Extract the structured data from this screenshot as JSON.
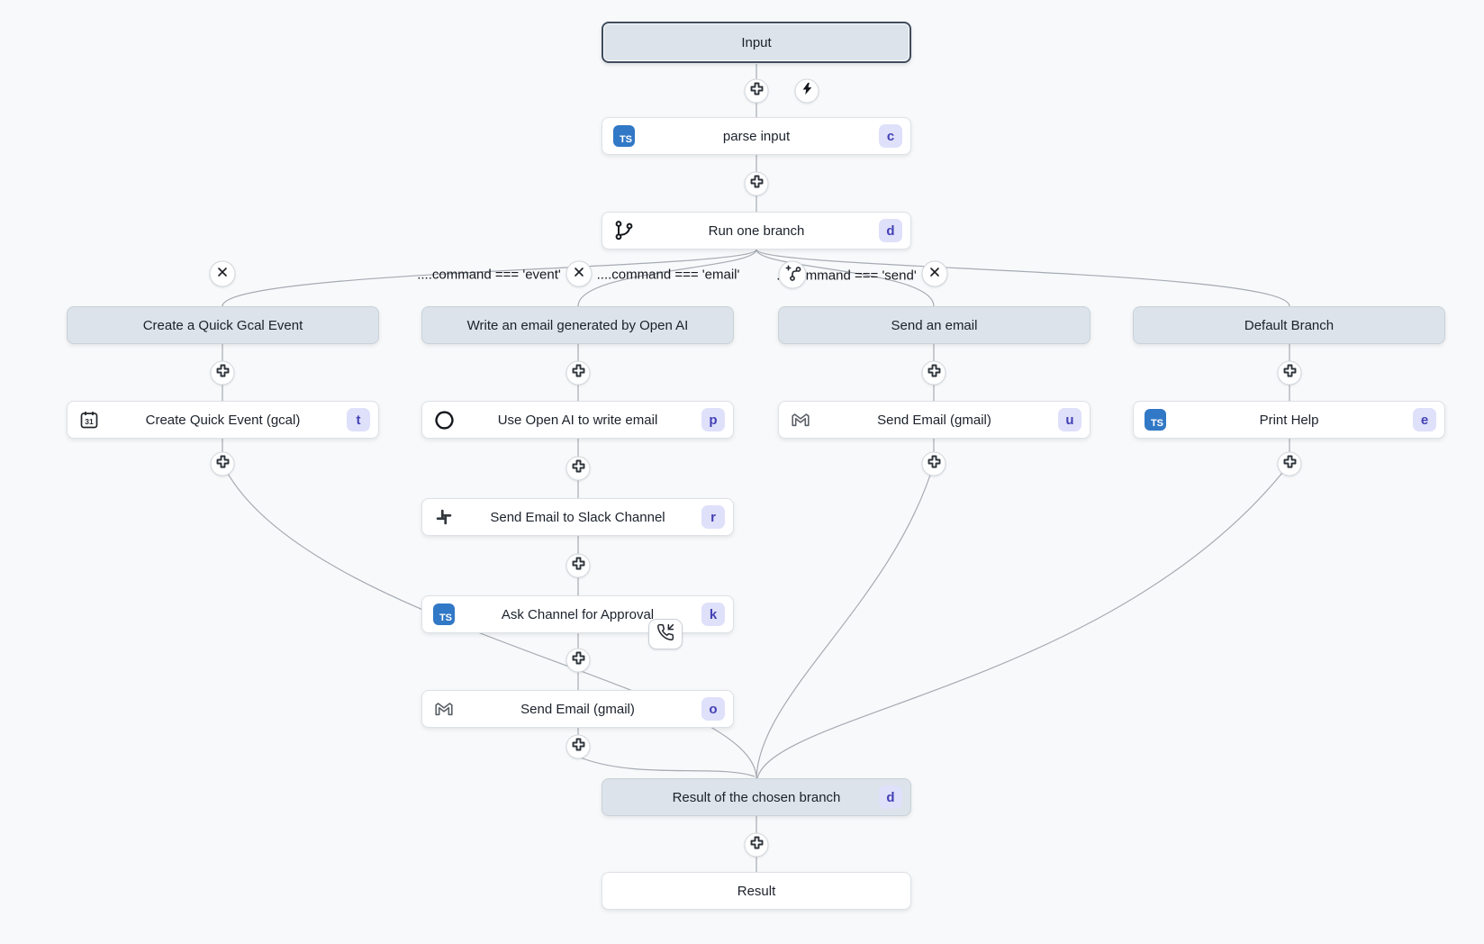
{
  "palette": {
    "background": "#f8f9fa",
    "edge": "#a5abb3",
    "node_bg": "#ffffff",
    "branch_header_bg": "#dce3ea",
    "selected_border": "#3f4c5e",
    "badge_bg": "#dfe0fa",
    "badge_text": "#4341b5",
    "typescript_blue": "#3178c6"
  },
  "flow": {
    "input_label": "Input",
    "parse_node": {
      "label": "parse input",
      "badge": "c"
    },
    "branch_node": {
      "label": "Run one branch",
      "badge": "d"
    },
    "conditions": {
      "event": "....command === 'event'",
      "email": "....command === 'email'",
      "send": "....command === 'send'"
    },
    "branches": {
      "gcal": {
        "header": "Create a Quick Gcal Event",
        "step": {
          "label": "Create Quick Event (gcal)",
          "badge": "t"
        }
      },
      "email": {
        "header": "Write an email generated by Open AI",
        "steps": {
          "openai": {
            "label": "Use Open AI to write email",
            "badge": "p"
          },
          "slack": {
            "label": "Send Email to Slack Channel",
            "badge": "r"
          },
          "approval": {
            "label": "Ask Channel for Approval",
            "badge": "k"
          },
          "gmail": {
            "label": "Send Email (gmail)",
            "badge": "o"
          }
        }
      },
      "send": {
        "header": "Send an email",
        "step": {
          "label": "Send Email (gmail)",
          "badge": "u"
        }
      },
      "default": {
        "header": "Default Branch",
        "step": {
          "label": "Print Help",
          "badge": "e"
        }
      }
    },
    "result_branch": {
      "label": "Result of the chosen branch",
      "badge": "d"
    },
    "result": {
      "label": "Result"
    }
  }
}
